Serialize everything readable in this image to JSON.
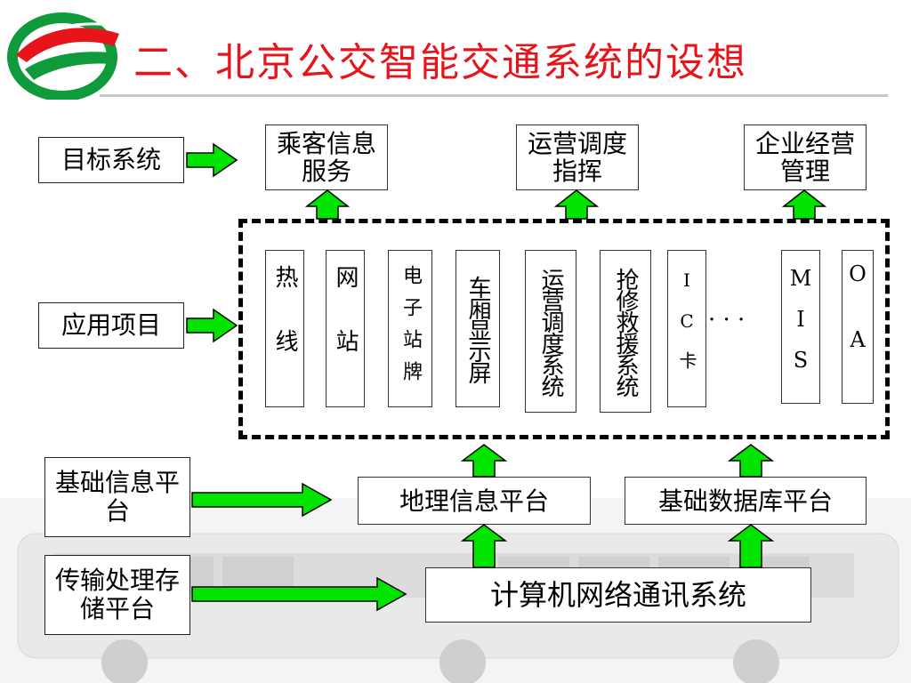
{
  "title": "二、北京公交智能交通系统的设想",
  "left_labels": {
    "goal_system": "目标系统",
    "app_projects": "应用项目",
    "basic_info_platform": "基础信息平台",
    "transmission_platform": "传输处理存储平台"
  },
  "goal_boxes": [
    "乘客信息服务",
    "运营调度指挥",
    "企业经营管理"
  ],
  "app_boxes": [
    {
      "chars": "热线"
    },
    {
      "chars": "网站"
    },
    {
      "chars": "电子站牌"
    },
    {
      "chars": "车厢显示屏"
    },
    {
      "chars": "运营调度系统"
    },
    {
      "chars": "抢修救援系统"
    },
    {
      "chars": "IC卡"
    },
    {
      "chars": "MIS"
    },
    {
      "chars": "OA"
    }
  ],
  "ellipsis": "· · ·",
  "platforms": {
    "gis": "地理信息平台",
    "database": "基础数据库平台",
    "network": "计算机网络通讯系统"
  },
  "colors": {
    "title": "#e8141c",
    "arrow_fill": "#00e400",
    "arrow_stroke": "#000000",
    "logo_red": "#e8141c",
    "logo_green": "#0f9a3b"
  }
}
